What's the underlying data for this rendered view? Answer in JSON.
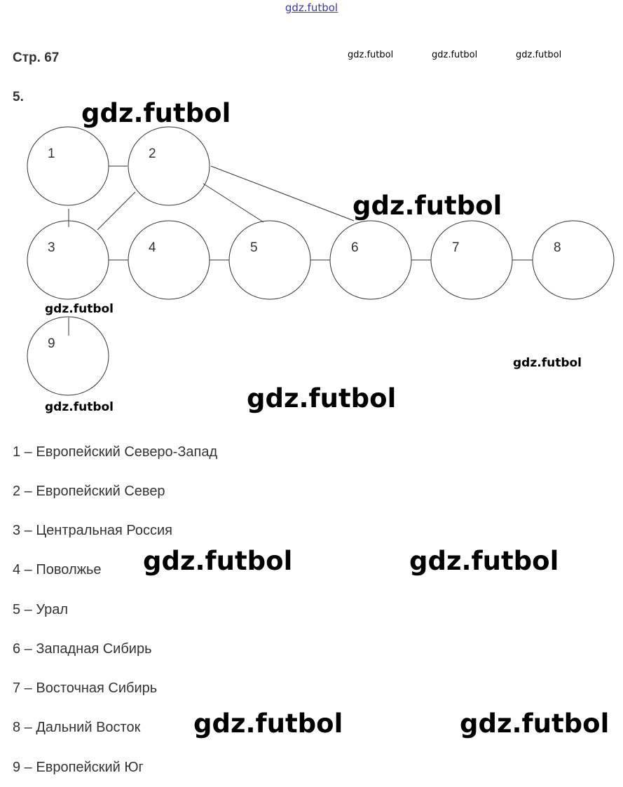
{
  "header": {
    "site_link": "gdz.futbol",
    "page_title": "Стр. 67",
    "task_number": "5."
  },
  "watermarks": {
    "small": [
      "gdz.futbol",
      "gdz.futbol",
      "gdz.futbol"
    ],
    "medium": [
      "gdz.futbol",
      "gdz.futbol",
      "gdz.futbol"
    ],
    "large": [
      "gdz.futbol",
      "gdz.futbol",
      "gdz.futbol",
      "gdz.futbol",
      "gdz.futbol",
      "gdz.futbol",
      "gdz.futbol"
    ]
  },
  "diagram": {
    "nodes": [
      "1",
      "2",
      "3",
      "4",
      "5",
      "6",
      "7",
      "8",
      "9"
    ],
    "edges": [
      [
        "1",
        "2"
      ],
      [
        "1",
        "3"
      ],
      [
        "2",
        "3"
      ],
      [
        "2",
        "5"
      ],
      [
        "2",
        "6"
      ],
      [
        "3",
        "4"
      ],
      [
        "4",
        "5"
      ],
      [
        "5",
        "6"
      ],
      [
        "6",
        "7"
      ],
      [
        "7",
        "8"
      ],
      [
        "3",
        "9"
      ]
    ]
  },
  "legend": [
    "1 – Европейский Северо-Запад",
    "2 – Европейский Север",
    "3 – Центральная Россия",
    "4 – Поволжье",
    "5 – Урал",
    "6 – Западная Сибирь",
    "7 – Восточная Сибирь",
    "8 – Дальний Восток",
    "9 – Европейский Юг"
  ]
}
